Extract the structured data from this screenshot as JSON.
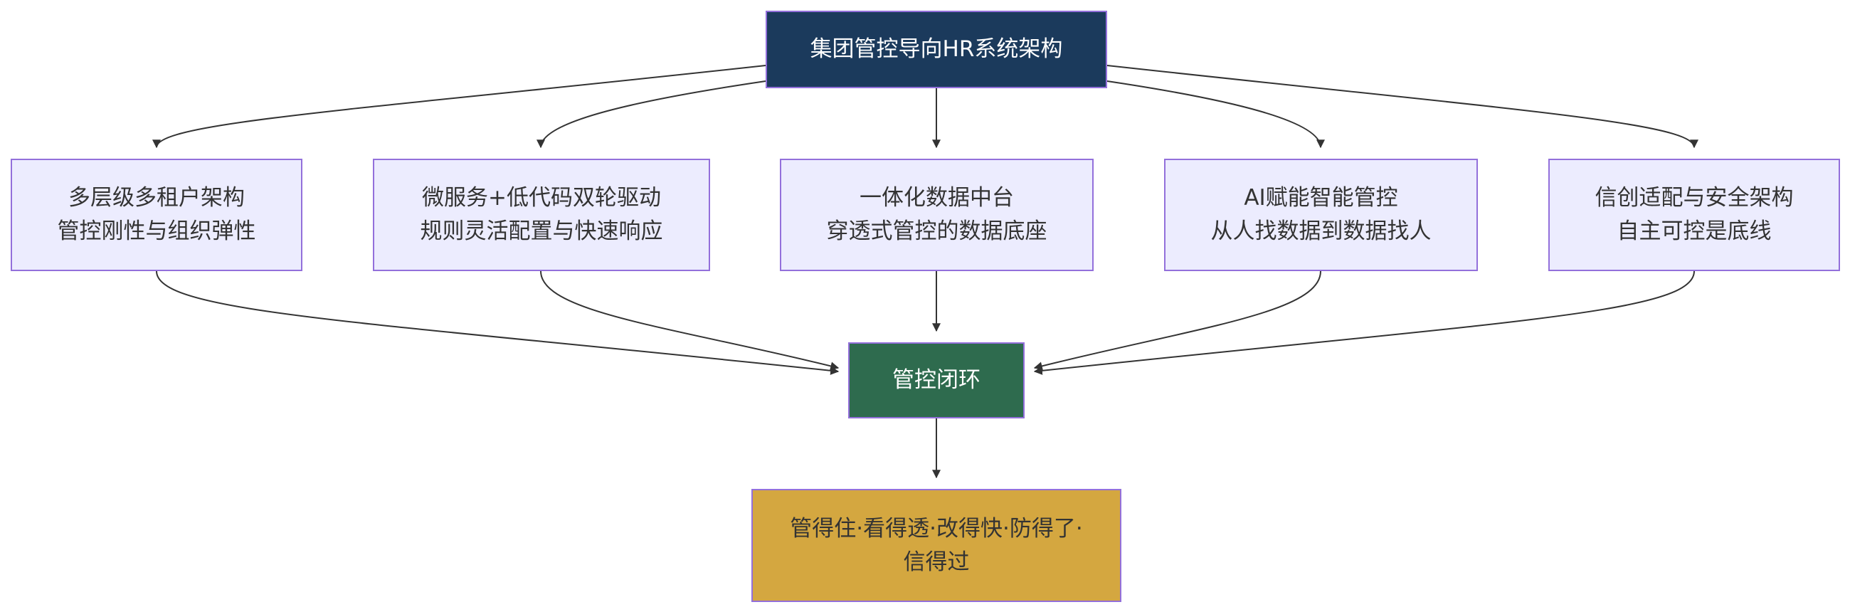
{
  "root": {
    "label": "集团管控导向HR系统架构",
    "fill": "#1b3a5c"
  },
  "pillars": [
    {
      "line1": "多层级多租户架构",
      "line2": "管控刚性与组织弹性"
    },
    {
      "line1": "微服务+低代码双轮驱动",
      "line2": "规则灵活配置与快速响应"
    },
    {
      "line1": "一体化数据中台",
      "line2": "穿透式管控的数据底座"
    },
    {
      "line1": "AI赋能智能管控",
      "line2": "从人找数据到数据找人"
    },
    {
      "line1": "信创适配与安全架构",
      "line2": "自主可控是底线"
    }
  ],
  "pillar_fill": "#ececfe",
  "node_border": "#9370db",
  "loop": {
    "label": "管控闭环",
    "fill": "#2e6b4e"
  },
  "result": {
    "label": "管得住·看得透·改得快·防得了·信得过",
    "fill": "#d4a740"
  },
  "edge_color": "#333333"
}
